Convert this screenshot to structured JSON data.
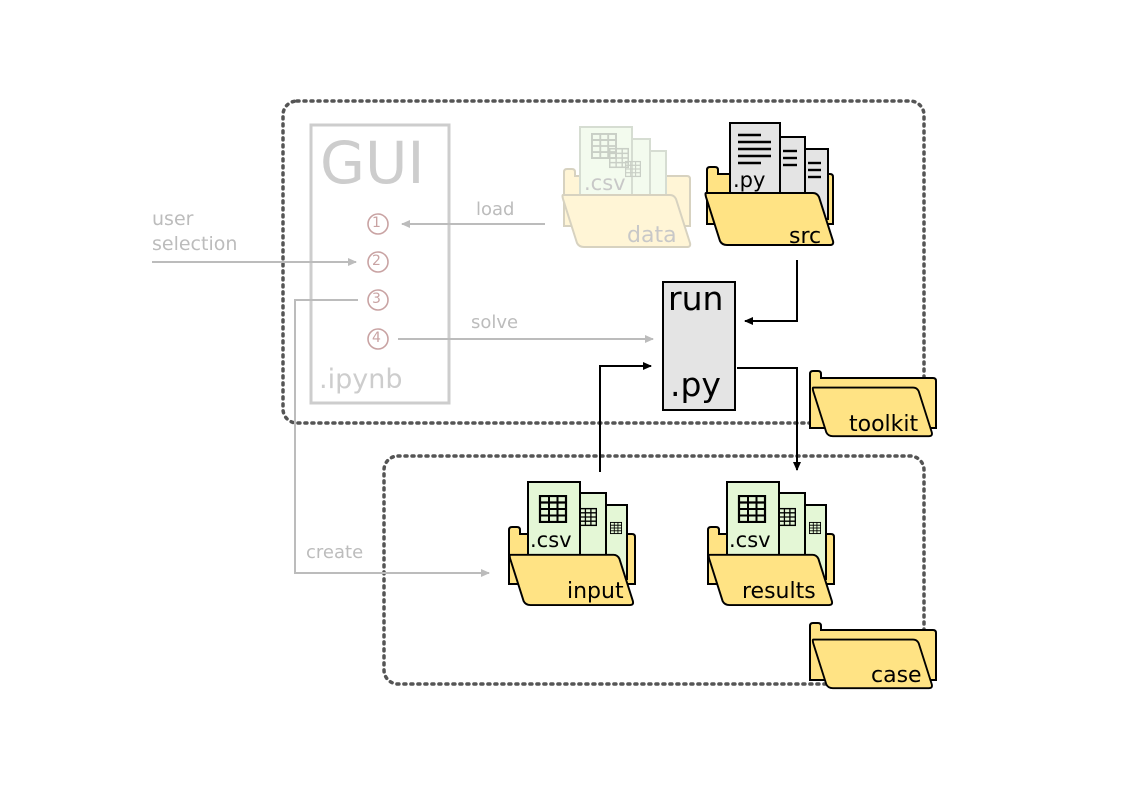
{
  "gui": {
    "title": "GUI",
    "steps": [
      "1",
      "2",
      "3",
      "4"
    ],
    "extension": ".ipynb"
  },
  "external": {
    "user_selection": [
      "user",
      "selection"
    ]
  },
  "edges": {
    "load": "load",
    "solve": "solve",
    "create": "create"
  },
  "run_file": {
    "name": "run",
    "extension": ".py"
  },
  "folders": {
    "data": {
      "label": "data",
      "file_ext": ".csv"
    },
    "src": {
      "label": "src",
      "file_ext": ".py"
    },
    "toolkit": {
      "label": "toolkit"
    },
    "input": {
      "label": "input",
      "file_ext": ".csv"
    },
    "results": {
      "label": "results",
      "file_ext": ".csv"
    },
    "case": {
      "label": "case"
    }
  },
  "colors": {
    "folder_fill": "#ffe384",
    "folder_fill_faded": "#fff5d6",
    "csv_fill": "#e4f7d6",
    "csv_fill_faded": "#f3fbee",
    "py_fill": "#e4e4e4",
    "gui_gray": "#cdcdcd",
    "step_circle": "#c9a3a3",
    "dotted_border": "#555555"
  }
}
